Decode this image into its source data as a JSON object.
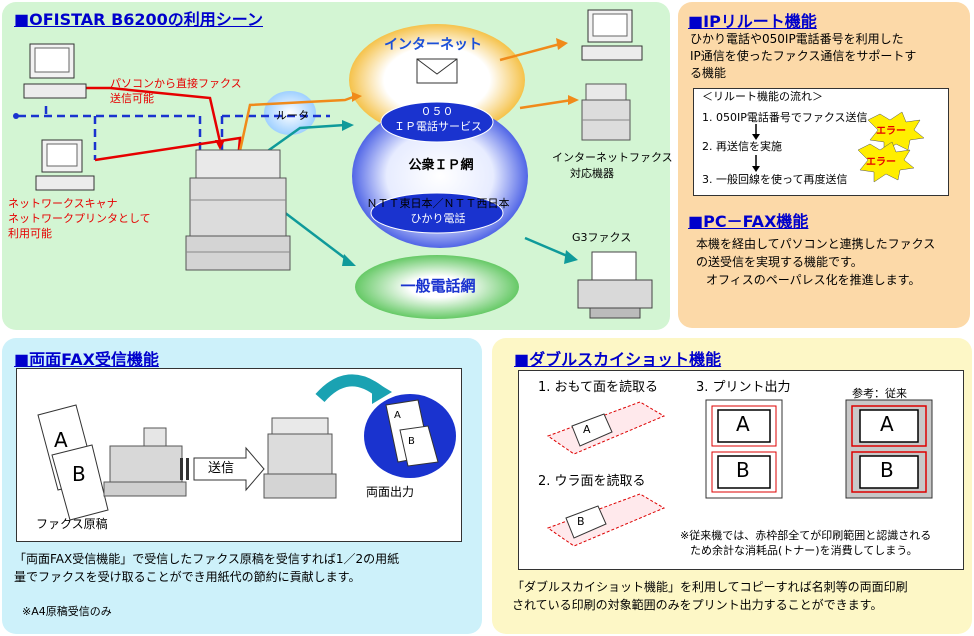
{
  "scene": {
    "title": "■OFISTAR B6200の利用シーン",
    "pc_direct_fax": [
      "パソコンから直接ファクス",
      "送信可能"
    ],
    "scanner_printer": [
      "ネットワークスキャナ",
      "ネットワークプリンタとして",
      "利用可能"
    ],
    "router": "ルータ",
    "internet": "インターネット",
    "ip_service": [
      "０５０",
      "ＩＰ電話サービス"
    ],
    "public_ip": "公衆ＩＰ網",
    "ntt": [
      "ＮＴＴ東日本／ＮＴＴ西日本",
      "ひかり電話"
    ],
    "pstn": "一般電話網",
    "internet_fax": [
      "インターネットファクス",
      "対応機器"
    ],
    "g3_fax": "G3ファクス"
  },
  "ip_reroute": {
    "title": "■IPリルート機能",
    "desc": [
      "ひかり電話や050IP電話番号を利用した",
      "IP通信を使ったファクス通信をサポートす",
      "る機能"
    ],
    "flow_title": "＜リルート機能の流れ＞",
    "steps": [
      "1. 050IP電話番号でファクス送信",
      "2. 再送信を実施",
      "3. 一般回線を使って再度送信"
    ],
    "error": "エラー"
  },
  "pcfax": {
    "title": "■PC－FAX機能",
    "desc": [
      "本機を経由してパソコンと連携したファクス",
      "の送受信を実現する機能です。",
      "オフィスのペーパレス化を推進します。"
    ]
  },
  "duplex_fax": {
    "title": "■両面FAX受信機能",
    "page_a": "A",
    "page_b": "B",
    "send": "送信",
    "original_label": "ファクス原稿",
    "output_label": "両面出力",
    "desc": [
      "「両面FAX受信機能」で受信したファクス原稿を受信すれば1／2の用紙",
      "量でファクスを受け取ることができ用紙代の節約に貢献します。"
    ],
    "note": "※A4原稿受信のみ"
  },
  "double_sky": {
    "title": "■ダブルスカイショット機能",
    "step1": "1. おもて面を読取る",
    "step2": "2. ウラ面を読取る",
    "step3": "3. プリント出力",
    "ref": "参考：従来",
    "page_a": "A",
    "page_b": "B",
    "note": [
      "※従来機では、赤枠部全てが印刷範囲と認識される",
      "ため余計な消耗品(トナー)を消費してしまう。"
    ],
    "desc": [
      "「ダブルスカイショット機能」を利用してコピーすれば名刺等の両面印刷",
      "されている印刷の対象範囲のみをプリント出力することができます。"
    ]
  },
  "colors": {
    "scene_bg": "#d3f5d3",
    "ip_bg": "#fcd9a8",
    "fax_bg": "#cdf1fa",
    "sky_bg": "#fdf7c6",
    "title_blue": "#0000cc",
    "red": "#e60000"
  }
}
